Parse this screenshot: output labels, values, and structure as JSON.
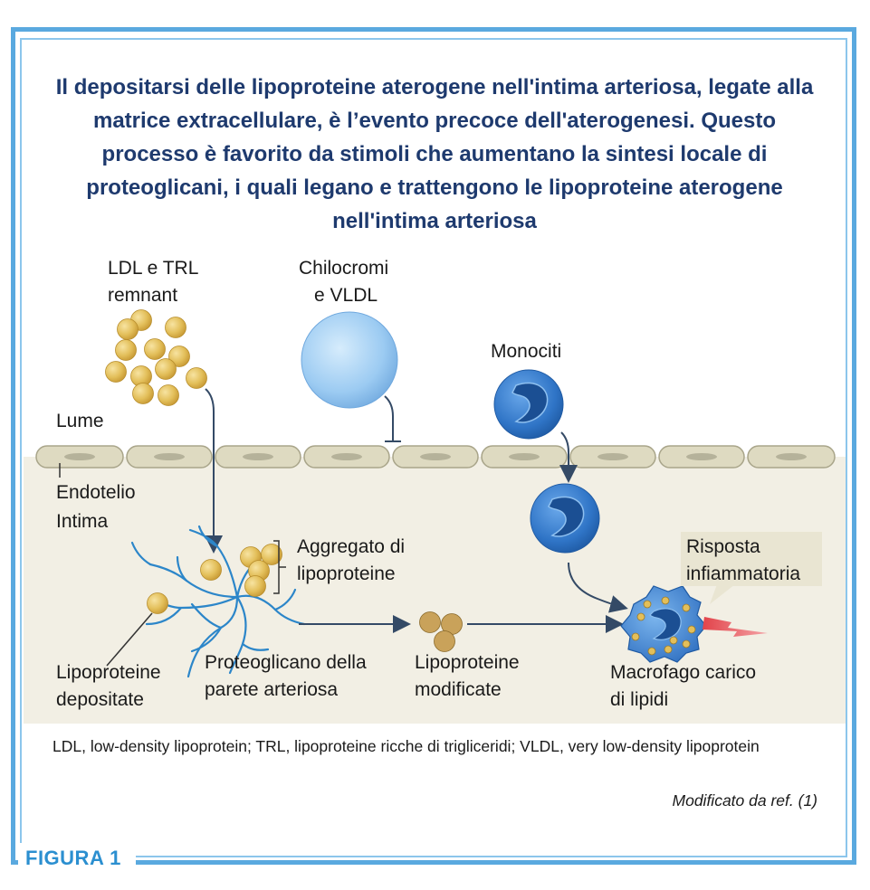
{
  "title": "Il depositarsi delle lipoproteine aterogene nell'intima arteriosa, legate alla matrice extracellulare, è l’evento precoce dell'aterogenesi. Questo processo è favorito da stimoli che aumentano la sintesi locale di proteoglicani, i quali legano e trattengono le lipoproteine aterogene nell'intima arteriosa",
  "labels": {
    "ldl_trl_1": "LDL e TRL",
    "ldl_trl_2": "remnant",
    "chilo_1": "Chilocromi",
    "chilo_2": "e VLDL",
    "monociti": "Monociti",
    "lume": "Lume",
    "endotelio": "Endotelio",
    "intima": "Intima",
    "aggregato_1": "Aggregato di",
    "aggregato_2": "lipoproteine",
    "risposta_1": "Risposta",
    "risposta_2": "infiammatoria",
    "depositate_1": "Lipoproteine",
    "depositate_2": "depositate",
    "proteoglicano_1": "Proteoglicano della",
    "proteoglicano_2": "parete arteriosa",
    "modificate_1": "Lipoproteine",
    "modificate_2": "modificate",
    "macrofago_1": "Macrofago carico",
    "macrofago_2": "di lipidi"
  },
  "footnote": "LDL, low-density lipoprotein; TRL, lipoproteine ricche di trigliceridi; VLDL, very low-density lipoprotein",
  "credit": "Modificato da ref. (1)",
  "figure_label": "FIGURA 1",
  "colors": {
    "frame": "#5aa9df",
    "title": "#1e3a6e",
    "lipoprotein": "#e3bf5a",
    "vldl": "#8fc4f0",
    "monocyte": "#2f74c6",
    "proteoglycan": "#2c86c9",
    "intima_bg": "#f2efe4",
    "endothelium": "#dedac1",
    "arrow": "#344a66",
    "inflammation": "#e2434a"
  }
}
